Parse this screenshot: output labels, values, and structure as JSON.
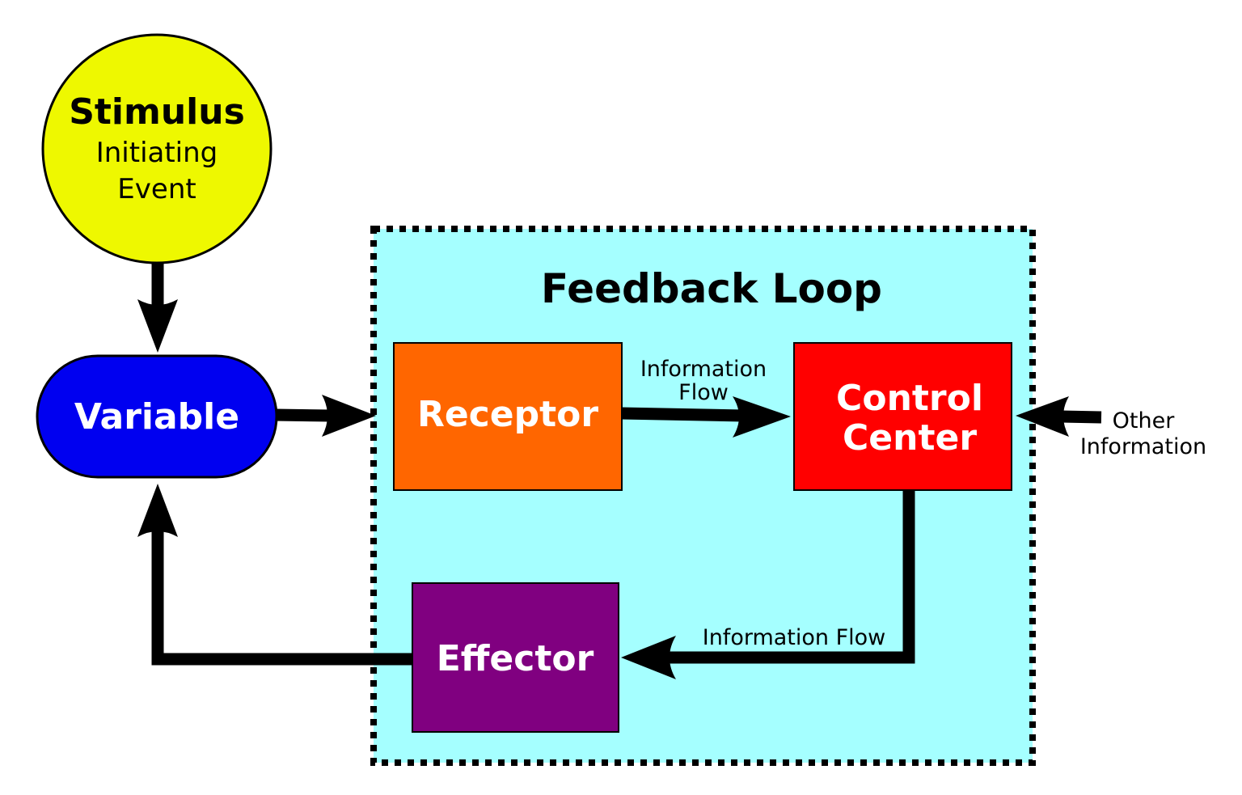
{
  "diagram": {
    "type": "flowchart",
    "title": "Feedback Loop",
    "nodes": {
      "stimulus": {
        "title": "Stimulus",
        "subtitle_line1": "Initiating",
        "subtitle_line2": "Event",
        "color": "#eef800"
      },
      "variable": {
        "label": "Variable",
        "color": "#0000f0"
      },
      "receptor": {
        "label": "Receptor",
        "color": "#ff6600"
      },
      "control_center": {
        "label_line1": "Control",
        "label_line2": "Center",
        "color": "#ff0000"
      },
      "effector": {
        "label": "Effector",
        "color": "#800080"
      }
    },
    "loop_box": {
      "label": "Feedback Loop",
      "color": "#a5ffff"
    },
    "edge_labels": {
      "receptor_to_control_line1": "Information",
      "receptor_to_control_line2": "Flow",
      "control_to_effector": "Information Flow",
      "other_info_line1": "Other",
      "other_info_line2": "Information"
    },
    "edges": [
      {
        "from": "stimulus",
        "to": "variable"
      },
      {
        "from": "variable",
        "to": "receptor"
      },
      {
        "from": "receptor",
        "to": "control_center",
        "label": "Information Flow"
      },
      {
        "from": "other_information",
        "to": "control_center",
        "label": "Other Information"
      },
      {
        "from": "control_center",
        "to": "effector",
        "label": "Information Flow"
      },
      {
        "from": "effector",
        "to": "variable"
      }
    ]
  }
}
